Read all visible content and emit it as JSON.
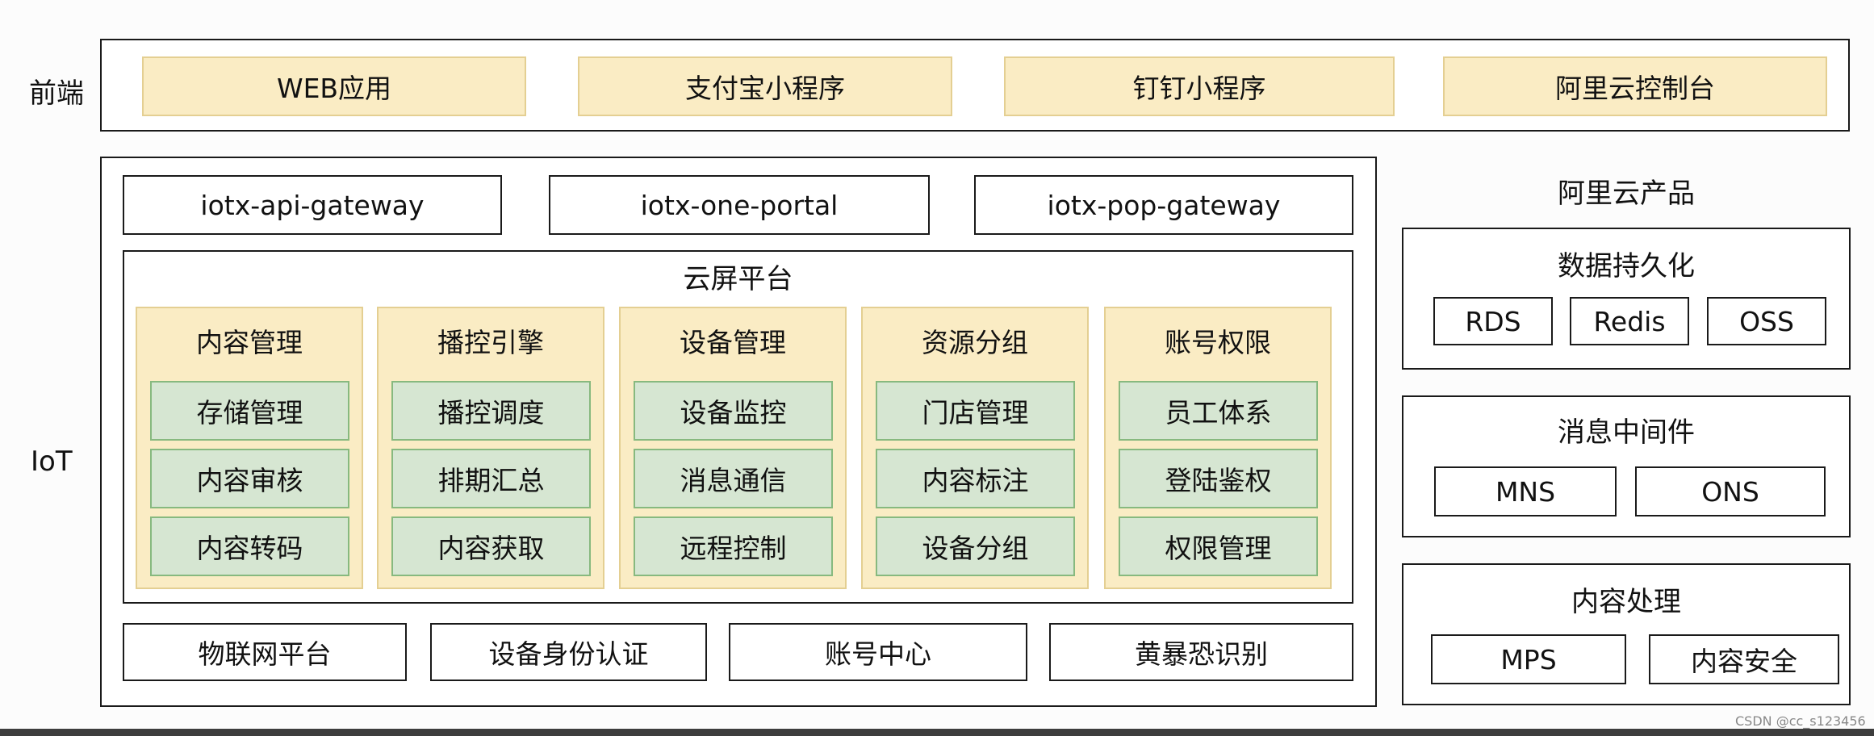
{
  "labels": {
    "frontend": "前端",
    "iot": "IoT"
  },
  "frontend": {
    "apps": [
      "WEB应用",
      "支付宝小程序",
      "钉钉小程序",
      "阿里云控制台"
    ]
  },
  "gateways": [
    "iotx-api-gateway",
    "iotx-one-portal",
    "iotx-pop-gateway"
  ],
  "platform": {
    "title": "云屏平台",
    "modules": [
      {
        "title": "内容管理",
        "items": [
          "存储管理",
          "内容审核",
          "内容转码"
        ]
      },
      {
        "title": "播控引擎",
        "items": [
          "播控调度",
          "排期汇总",
          "内容获取"
        ]
      },
      {
        "title": "设备管理",
        "items": [
          "设备监控",
          "消息通信",
          "远程控制"
        ]
      },
      {
        "title": "资源分组",
        "items": [
          "门店管理",
          "内容标注",
          "设备分组"
        ]
      },
      {
        "title": "账号权限",
        "items": [
          "员工体系",
          "登陆鉴权",
          "权限管理"
        ]
      }
    ]
  },
  "base_services": [
    "物联网平台",
    "设备身份认证",
    "账号中心",
    "黄暴恐识别"
  ],
  "aliyun": {
    "title": "阿里云产品",
    "groups": [
      {
        "title": "数据持久化",
        "items": [
          "RDS",
          "Redis",
          "OSS"
        ]
      },
      {
        "title": "消息中间件",
        "items": [
          "MNS",
          "ONS"
        ]
      },
      {
        "title": "内容处理",
        "items": [
          "MPS",
          "内容安全"
        ]
      }
    ]
  },
  "watermark": "CSDN @cc_s123456",
  "colors": {
    "module_fill": "#faecc4",
    "module_border": "#e4cf92",
    "item_fill": "#d6e6d2",
    "item_border": "#87b97f"
  }
}
